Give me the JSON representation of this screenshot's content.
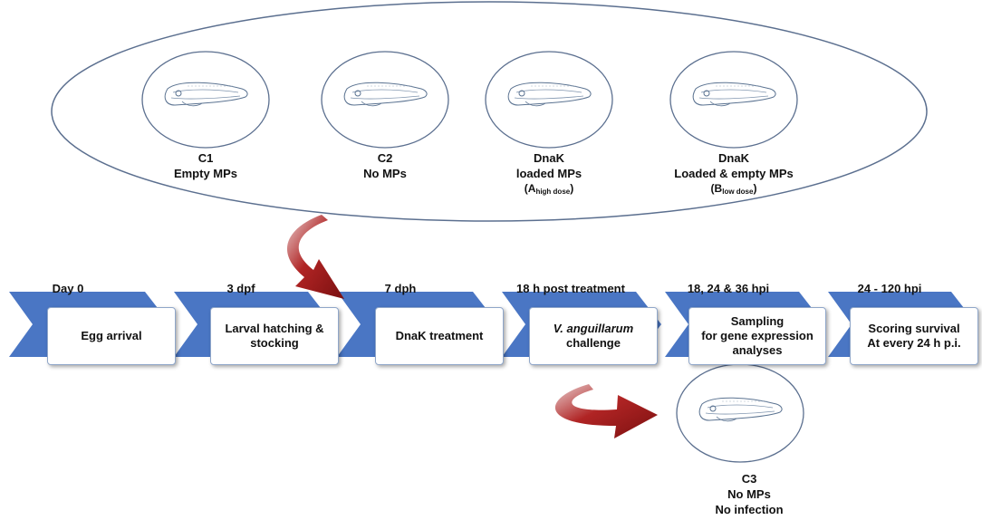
{
  "groups": [
    {
      "id": "c1",
      "name": "C1",
      "line2": "Empty MPs",
      "line3": "",
      "dose_main": "",
      "dose_sub": ""
    },
    {
      "id": "c2",
      "name": "C2",
      "line2": "No MPs",
      "line3": "",
      "dose_main": "",
      "dose_sub": ""
    },
    {
      "id": "dnak-a",
      "name": "DnaK",
      "line2": "loaded MPs",
      "line3": "(A",
      "dose_main": "A",
      "dose_sub": "high dose"
    },
    {
      "id": "dnak-b",
      "name": "DnaK",
      "line2": "Loaded & empty MPs",
      "line3": "(B",
      "dose_main": "B",
      "dose_sub": "low dose"
    }
  ],
  "control": {
    "name": "C3",
    "line2": "No MPs",
    "line3": "No infection"
  },
  "steps": [
    {
      "top": "Day 0",
      "box_line1": "Egg arrival",
      "box_line2": "",
      "box_line3": ""
    },
    {
      "top": "3 dpf",
      "box_line1": "Larval hatching &",
      "box_line2": "stocking",
      "box_line3": ""
    },
    {
      "top": "7 dph",
      "box_line1": "DnaK treatment",
      "box_line2": "",
      "box_line3": ""
    },
    {
      "top": "18 h post treatment",
      "box_line1": "V. anguillarum",
      "box_line2": "challenge",
      "box_line3": ""
    },
    {
      "top": "18, 24 & 36 hpi",
      "box_line1": "Sampling",
      "box_line2": "for gene expression",
      "box_line3": "analyses"
    },
    {
      "top": "24 - 120 hpi",
      "box_line1": "Scoring survival",
      "box_line2": "At every 24 h p.i.",
      "box_line3": ""
    }
  ],
  "colors": {
    "chevron": "#4a76c4",
    "arrow": "#9b1c1c",
    "ellipse_stroke": "#5b6f8f",
    "box_border": "#8fa6c9",
    "fish": "#5b7391"
  },
  "icons": {
    "fish": "larva-fish-icon",
    "arrow": "curved-arrow-icon"
  }
}
